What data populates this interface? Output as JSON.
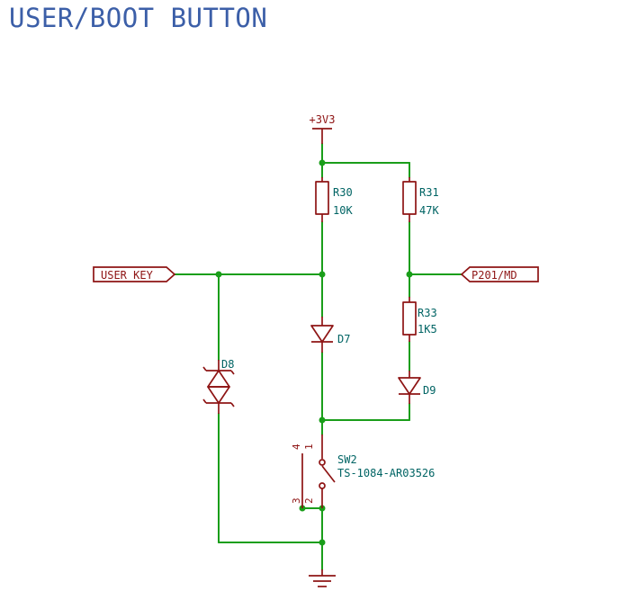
{
  "sheet": {
    "title": "USER/BOOT BUTTON"
  },
  "power": {
    "label": "+3V3"
  },
  "labels": {
    "user_key": "USER_KEY",
    "p201_md": "P201/MD"
  },
  "resistors": {
    "r30": {
      "ref": "R30",
      "value": "10K"
    },
    "r31": {
      "ref": "R31",
      "value": "47K"
    },
    "r33": {
      "ref": "R33",
      "value": "1K5"
    }
  },
  "diodes": {
    "d7": {
      "ref": "D7"
    },
    "d8": {
      "ref": "D8"
    },
    "d9": {
      "ref": "D9"
    }
  },
  "switch": {
    "ref": "SW2",
    "value": "TS-1084-AR03526",
    "pin1": "1",
    "pin2": "2",
    "pin3": "3",
    "pin4": "4"
  },
  "colors": {
    "wire": "#1a9e1a",
    "component": "#8e1414",
    "text": "#006464",
    "title": "#3c5fa8"
  }
}
